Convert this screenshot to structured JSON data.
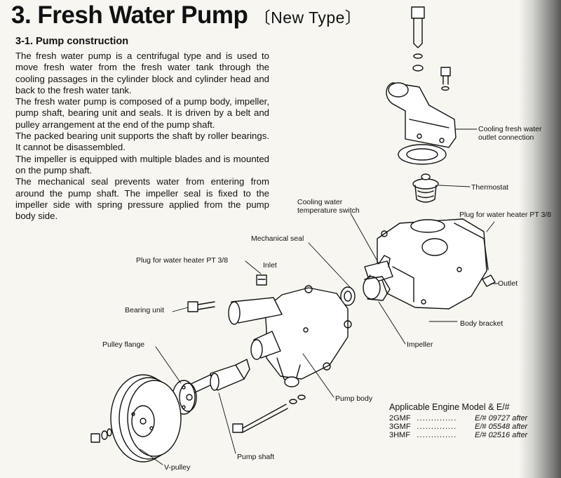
{
  "document": {
    "title": "3. Fresh Water Pump",
    "title_suffix": "〔New Type〕",
    "section_title": "3-1. Pump construction",
    "paragraphs": [
      "The fresh water pump is a centrifugal type and is used to move fresh water from the fresh water tank through the cooling passages in the cylinder block and cylinder head and back to the fresh water tank.",
      "The fresh water pump is composed of a pump body, impeller, pump shaft, bearing unit and seals. It is driven by a belt and pulley arrangement at the end of the pump shaft.",
      "The packed bearing unit supports the shaft by roller bearings. It cannot be disassembled.",
      "The impeller is equipped with multiple blades and is mounted on the pump shaft.",
      "The mechanical seal prevents water from entering from around the pump shaft. The impeller seal is fixed to the impeller side with spring pressure applied from the pump body side."
    ]
  },
  "diagram": {
    "labels": {
      "cooling_outlet_1": "Cooling fresh water",
      "cooling_outlet_2": "outlet connection",
      "thermostat": "Thermostat",
      "temp_switch_1": "Cooling water",
      "temp_switch_2": "temperature switch",
      "plug_pt_right": "Plug for water heater PT 3/8",
      "mechanical_seal": "Mechanical seal",
      "plug_pt_left": "Plug for water heater PT 3/8",
      "inlet": "Inlet",
      "outlet": "Outlet",
      "bearing_unit": "Bearing unit",
      "body_bracket": "Body bracket",
      "impeller": "Impeller",
      "pulley_flange": "Pulley flange",
      "pump_body": "Pump body",
      "pump_shaft": "Pump shaft",
      "v_pulley": "V-pulley"
    }
  },
  "applicable": {
    "title": "Applicable Engine Model & E/#",
    "rows": [
      {
        "model": "2GMF",
        "dots": "..............",
        "en": "E/# 09727 after"
      },
      {
        "model": "3GMF",
        "dots": "..............",
        "en": "E/# 05548 after"
      },
      {
        "model": "3HMF",
        "dots": "..............",
        "en": "E/# 02516 after"
      }
    ]
  }
}
